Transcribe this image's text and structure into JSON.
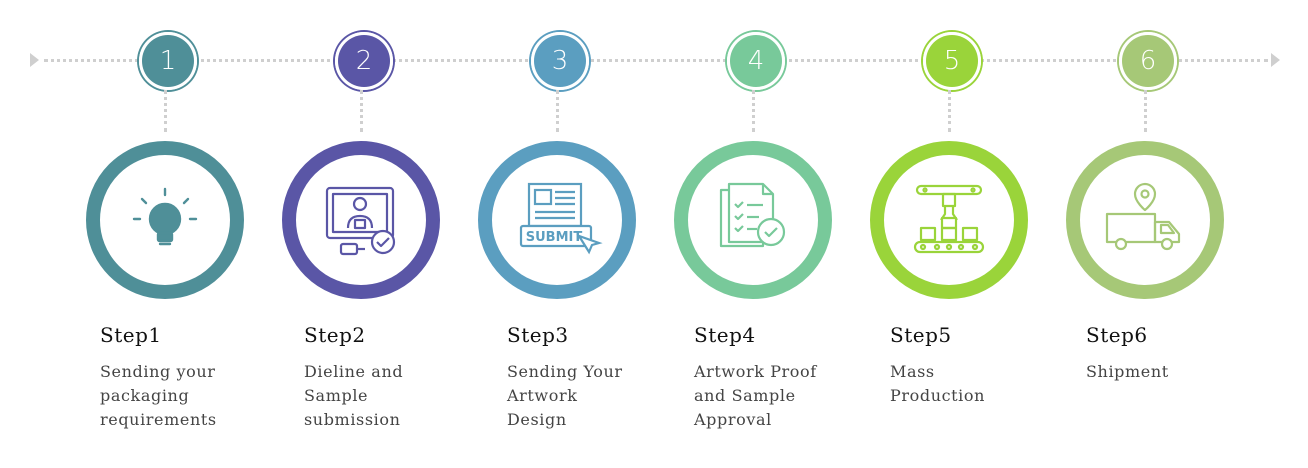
{
  "steps": [
    {
      "number": "1",
      "title": "Step1",
      "desc": [
        "Sending your",
        "packaging",
        "requirements"
      ],
      "color": "#4f8f98",
      "icon": "lightbulb-icon"
    },
    {
      "number": "2",
      "title": "Step2",
      "desc": [
        "Dieline and",
        "Sample",
        "submission"
      ],
      "color": "#5a56a6",
      "icon": "designer-monitor-icon"
    },
    {
      "number": "3",
      "title": "Step3",
      "desc": [
        "Sending Your",
        "Artwork",
        "Design"
      ],
      "color": "#5b9ec0",
      "icon": "submit-form-icon"
    },
    {
      "number": "4",
      "title": "Step4",
      "desc": [
        "Artwork Proof",
        "and Sample",
        "Approval"
      ],
      "color": "#78c99a",
      "icon": "approved-documents-icon"
    },
    {
      "number": "5",
      "title": "Step5",
      "desc": [
        "Mass",
        "Production"
      ],
      "color": "#9ad43a",
      "icon": "conveyor-robot-arm-icon"
    },
    {
      "number": "6",
      "title": "Step6",
      "desc": [
        "Shipment"
      ],
      "color": "#a6c877",
      "icon": "delivery-truck-icon"
    }
  ],
  "submit_label": "SUBMIT"
}
